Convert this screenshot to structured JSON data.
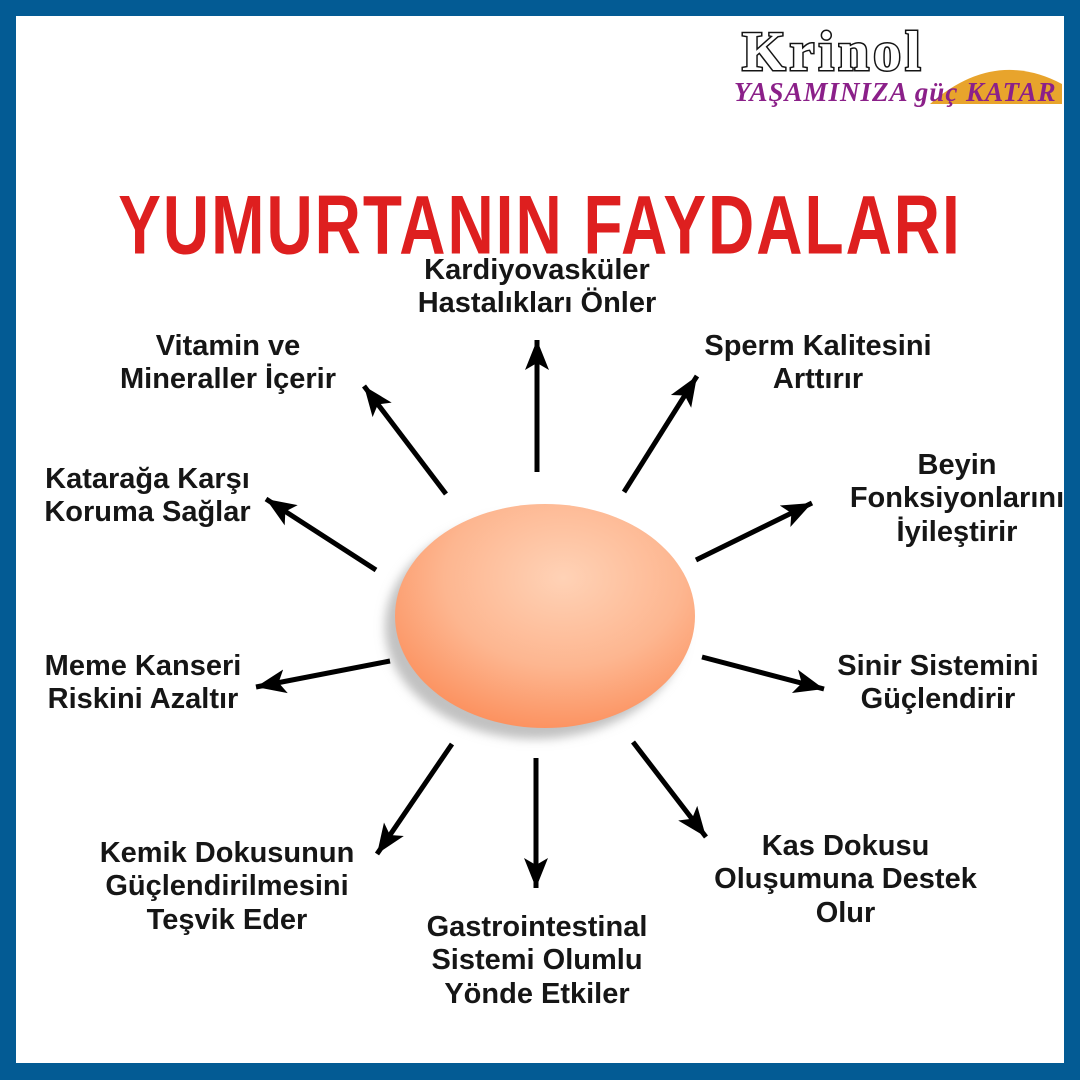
{
  "page": {
    "background": "#ffffff",
    "border_color": "#035B94"
  },
  "logo": {
    "brand": "Krinol",
    "tagline": "YAŞAMINIZA güç KATAR",
    "brand_fill": "#ffffff",
    "brand_outline": "#141414",
    "tagline_color": "#8B2089",
    "dome_color": "#E8A42C"
  },
  "title": {
    "text": "YUMURTANIN FAYDALARI",
    "color": "#DE1F1F"
  },
  "egg": {
    "highlight": "#FFD2B6",
    "mid": "#FDB690",
    "deep": "#FC8F5C",
    "edge": "#FA7943",
    "shadow": "#C1C1C1"
  },
  "arrow_color": "#000000",
  "benefits": [
    {
      "id": "kardiyovaskuler",
      "label": "Kardiyovasküler\nHastalıkları Önler"
    },
    {
      "id": "vitamin",
      "label": "Vitamin ve\nMineraller İçerir"
    },
    {
      "id": "sperm",
      "label": "Sperm Kalitesini\nArttırır"
    },
    {
      "id": "katarak",
      "label": "Katarağa Karşı\nKoruma Sağlar"
    },
    {
      "id": "beyin",
      "label": "Beyin\nFonksiyonlarını\nİyileştirir"
    },
    {
      "id": "meme",
      "label": "Meme Kanseri\nRiskini Azaltır"
    },
    {
      "id": "sinir",
      "label": "Sinir Sistemini\nGüçlendirir"
    },
    {
      "id": "kemik",
      "label": "Kemik Dokusunun\nGüçlendirilmesini\nTeşvik Eder"
    },
    {
      "id": "gastro",
      "label": "Gastrointestinal\nSistemi Olumlu\nYönde Etkiler"
    },
    {
      "id": "kas",
      "label": "Kas Dokusu\nOluşumuna Destek\nOlur"
    }
  ]
}
